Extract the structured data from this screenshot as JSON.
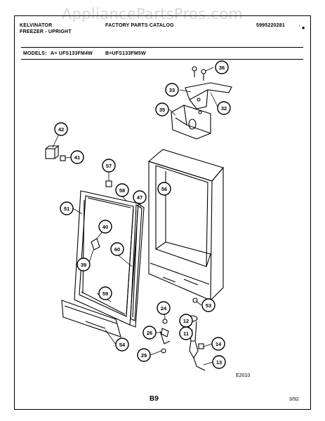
{
  "watermark": "AppliancePartsPros.com",
  "header": {
    "brand": "KELVINATOR",
    "category": "FREEZER - UPRIGHT",
    "catalog": "FACTORY PARTS CATALOG",
    "doc_number": "5995220281",
    "models_label": "MODELS:",
    "model_a": "A= UFS133FM4W",
    "model_b": "B=UFS133FM5W"
  },
  "callouts": {
    "c36": "36",
    "c33": "33",
    "c32": "32",
    "c35": "35",
    "c42": "42",
    "c41": "41",
    "c57": "57",
    "c58": "58",
    "c47": "47",
    "c56": "56",
    "c51": "51",
    "c40": "40",
    "c60": "60",
    "c39": "39",
    "c59": "59",
    "c54": "54",
    "c24": "24",
    "c26": "26",
    "c29": "29",
    "c53": "53",
    "c12": "12",
    "c11": "11",
    "c14": "14",
    "c13": "13"
  },
  "footer": {
    "figure_code": "E2010",
    "page": "B9",
    "date": "3/92"
  }
}
